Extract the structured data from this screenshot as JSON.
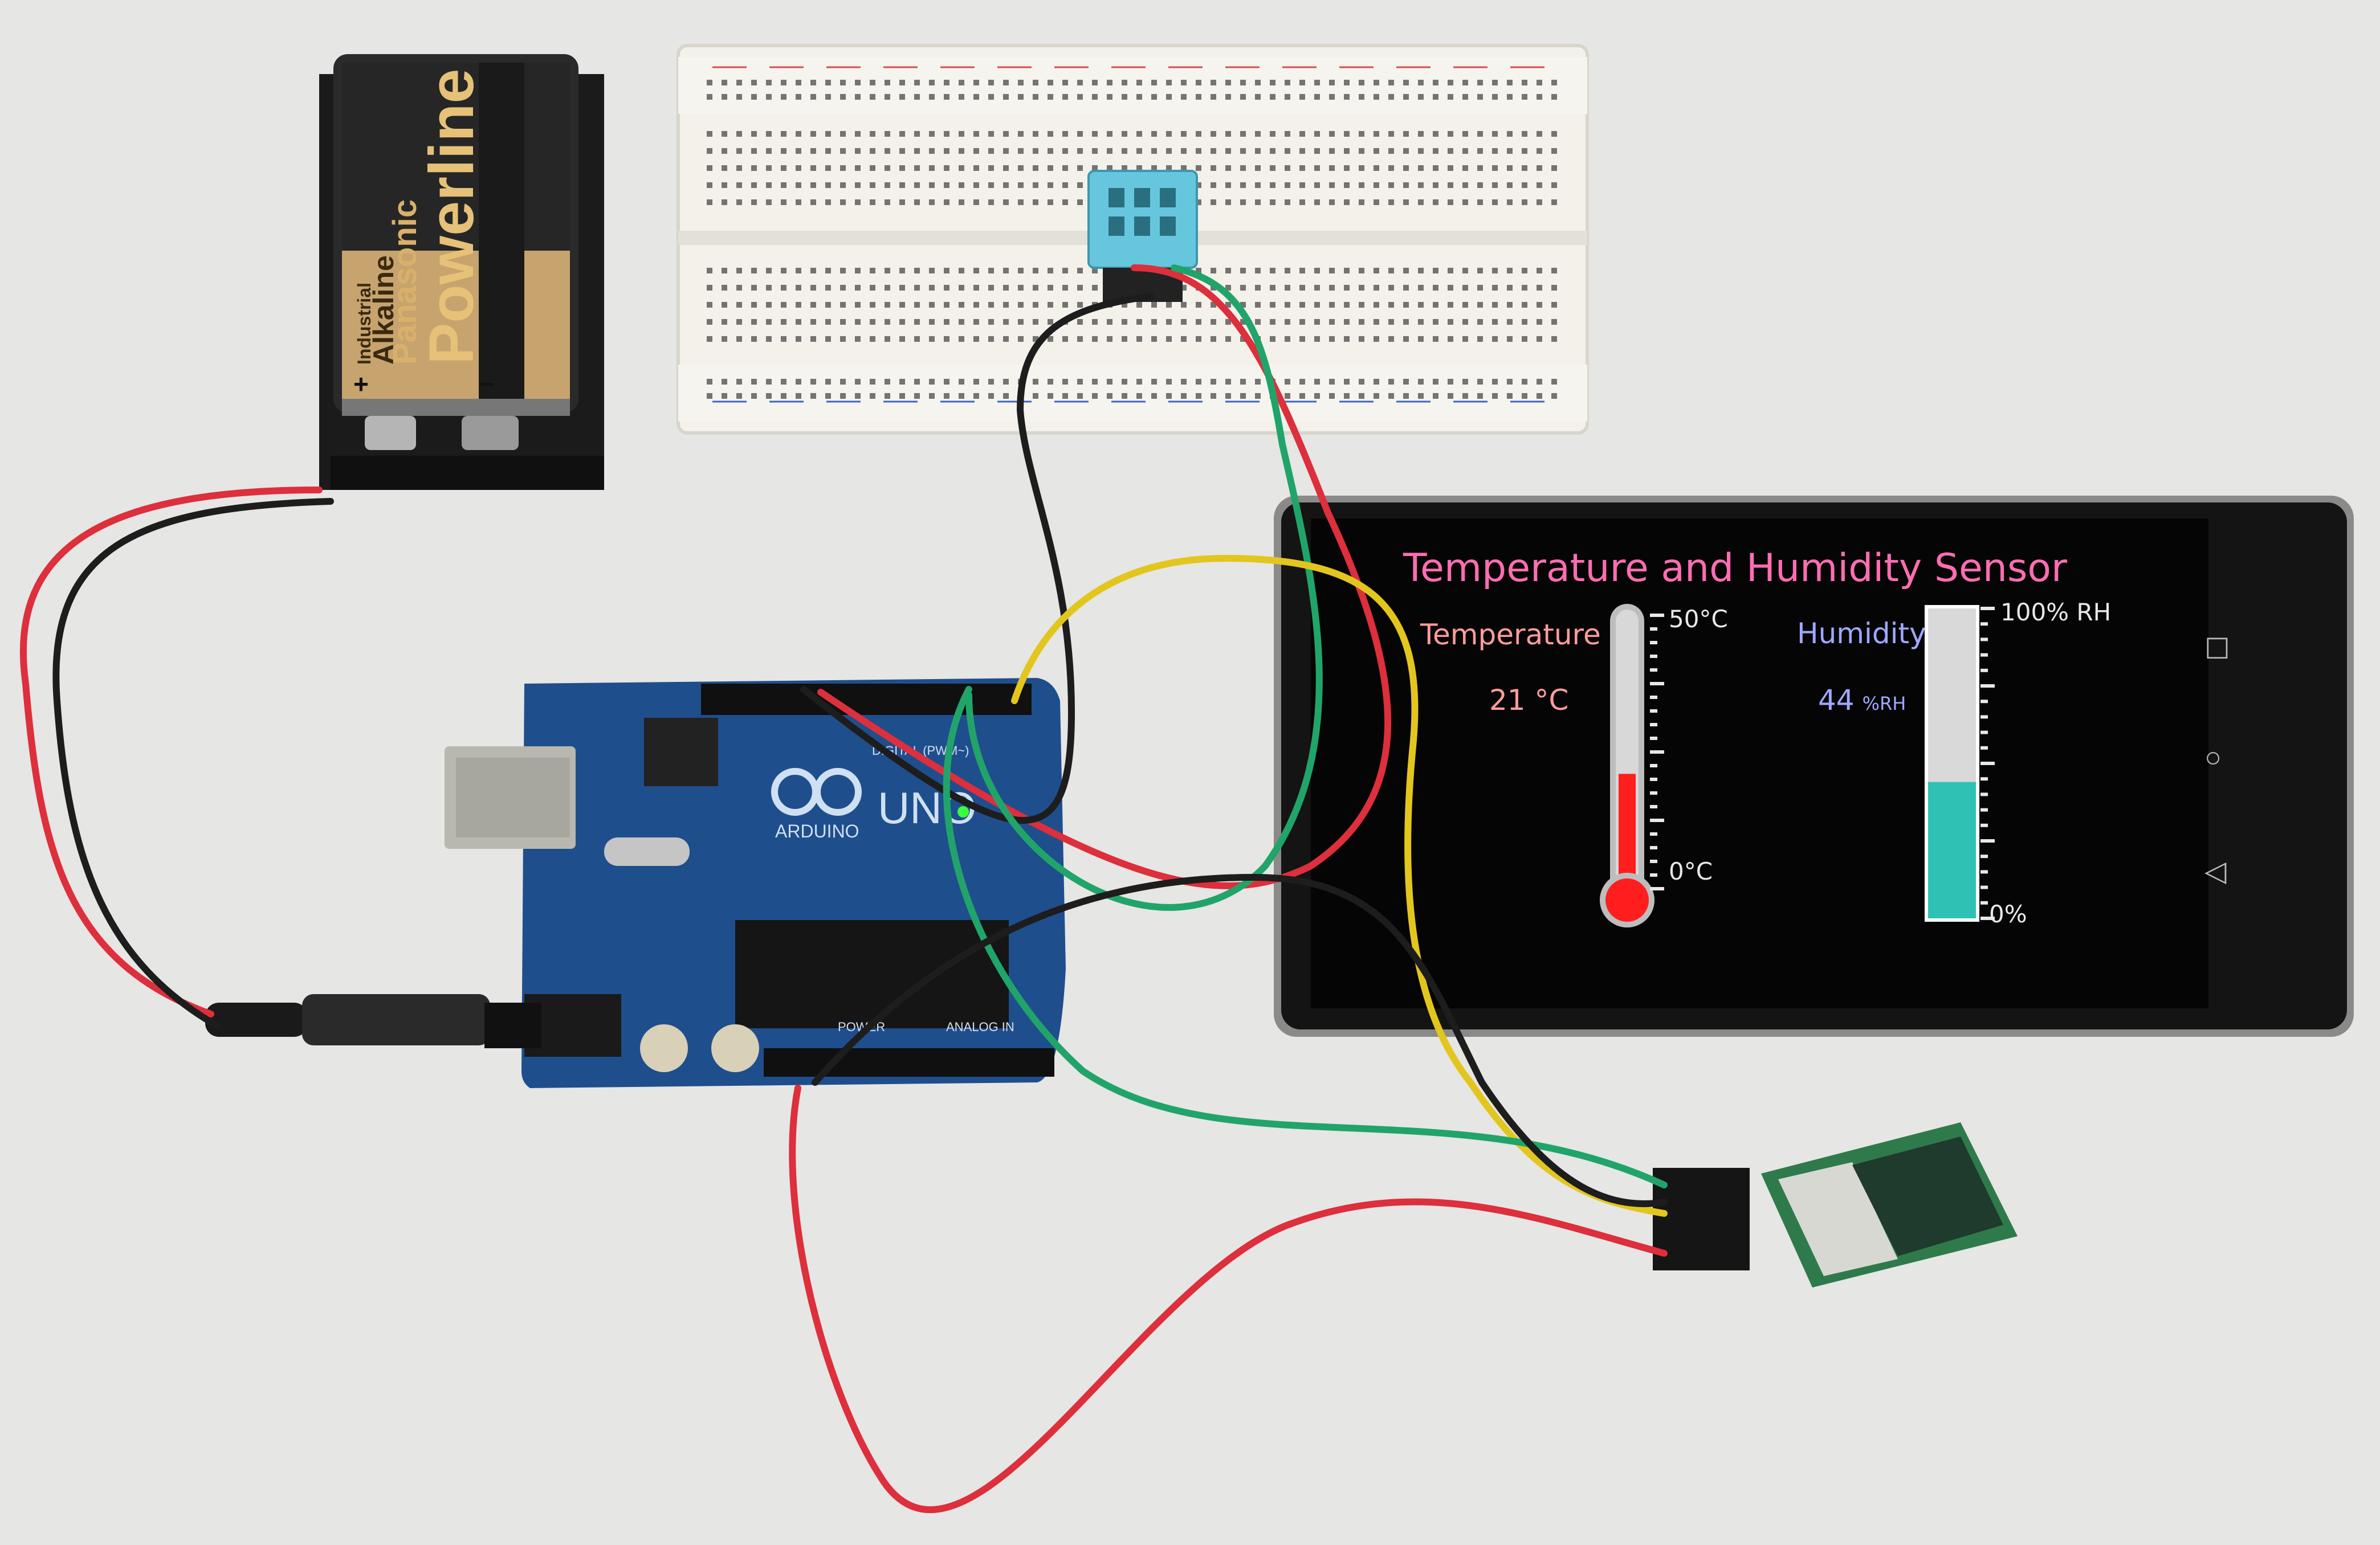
{
  "app": {
    "title": "Temperature and Humidity Sensor",
    "temperature_label": "Temperature",
    "temperature_value": "21 °C",
    "temperature_max": "50°C",
    "temperature_min": "0°C",
    "temperature_fill_fraction": 0.42,
    "humidity_label": "Humidity",
    "humidity_value": "44",
    "humidity_unit": "%RH",
    "humidity_max": "100% RH",
    "humidity_min": "0%",
    "humidity_fill_fraction": 0.44
  },
  "battery": {
    "brand": "Panasonic",
    "product": "Powerline",
    "line2": "Alkaline",
    "line1": "Industrial",
    "plus": "+",
    "minus": "−"
  },
  "arduino": {
    "logo_text": "UNO",
    "brand": "ARDUINO",
    "digital_label": "DIGITAL (PWM~)",
    "power_label": "POWER",
    "analog_label": "ANALOG IN"
  },
  "nav": {
    "square": "☐",
    "circle": "○",
    "back": "◁"
  },
  "colors": {
    "background": "#e6e6e4",
    "phone_screen": "#050505",
    "arduino_board": "#1f4e8c",
    "sensor": "#66c6de",
    "wire_red": "#dd2f3c",
    "wire_black": "#1d1d1d",
    "wire_green": "#21a46a",
    "wire_yellow": "#e3c61d",
    "temp_fill": "#ff1e1e",
    "hum_fill": "#2fc2b4"
  }
}
